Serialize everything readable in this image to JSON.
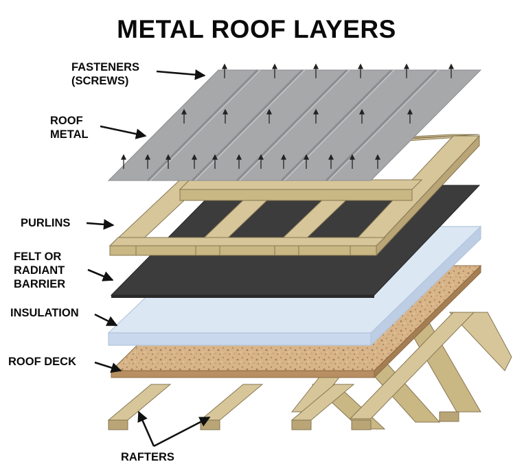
{
  "title": "METAL ROOF LAYERS",
  "labels": {
    "fasteners": [
      "FASTENERS",
      "(SCREWS)"
    ],
    "roof_metal": [
      "ROOF",
      "METAL"
    ],
    "purlins": [
      "PURLINS"
    ],
    "felt": [
      "FELT OR",
      "RADIANT",
      "BARRIER"
    ],
    "insulation": [
      "INSULATION"
    ],
    "roof_deck": [
      "ROOF DECK"
    ],
    "rafters": [
      "RAFTERS"
    ]
  },
  "colors": {
    "metal": "#a7a8aa",
    "metal_rib": "#8c8d90",
    "wood": "#d7c69a",
    "wood_dark": "#b9a576",
    "wood_edge": "#857550",
    "felt": "#3c3c3c",
    "insulation": "#d8e4f2",
    "insulation_edge": "#b3c6dd",
    "deck": "#d8b489",
    "deck_dot": "#a87d52",
    "arrow": "#111111"
  }
}
